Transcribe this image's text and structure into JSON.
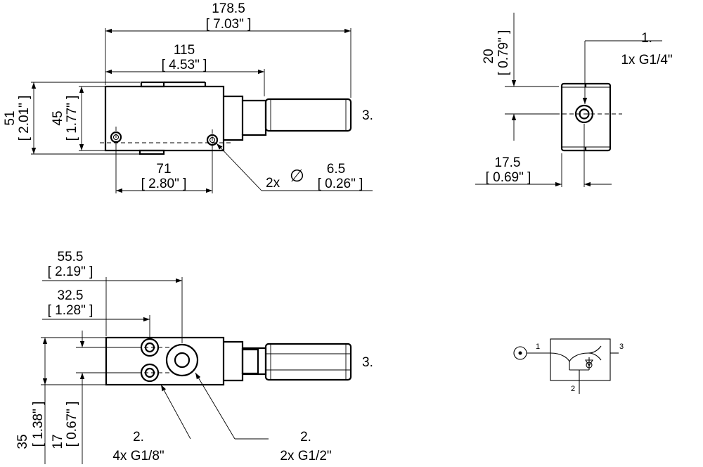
{
  "dimensions": {
    "overall_length": {
      "value": "178.5",
      "inch": "[ 7.03\" ]"
    },
    "body_length": {
      "value": "115",
      "inch": "[ 4.53\" ]"
    },
    "height_total": {
      "value": "51",
      "inch": "[ 2.01\" ]"
    },
    "height_body": {
      "value": "45",
      "inch": "[ 1.77\" ]"
    },
    "hole_spacing": {
      "value": "71",
      "inch": "[ 2.80\" ]"
    },
    "hole_diameter": {
      "prefix": "2x",
      "symbol": "∅",
      "value": "6.5",
      "inch": "[ 0.26\" ]"
    },
    "side_height": {
      "value": "20",
      "inch": "[ 0.79\" ]"
    },
    "side_width": {
      "value": "17.5",
      "inch": "[ 0.69\" ]"
    },
    "top_offset_large": {
      "value": "55.5",
      "inch": "[ 2.19\" ]"
    },
    "top_offset_small": {
      "value": "32.5",
      "inch": "[ 1.28\" ]"
    },
    "top_width": {
      "value": "35",
      "inch": "[ 1.38\" ]"
    },
    "top_spacing": {
      "value": "17",
      "inch": "[ 0.67\" ]"
    }
  },
  "callouts": {
    "port1": {
      "number": "1.",
      "spec": "1x G1/4\""
    },
    "port2_small": {
      "number": "2.",
      "spec": "4x G1/8\""
    },
    "port2_large": {
      "number": "2.",
      "spec": "2x G1/2\""
    },
    "port3_front": {
      "number": "3."
    },
    "port3_top": {
      "number": "3."
    }
  },
  "symbol": {
    "port_left": "1",
    "port_right": "3",
    "port_bottom": "2"
  }
}
